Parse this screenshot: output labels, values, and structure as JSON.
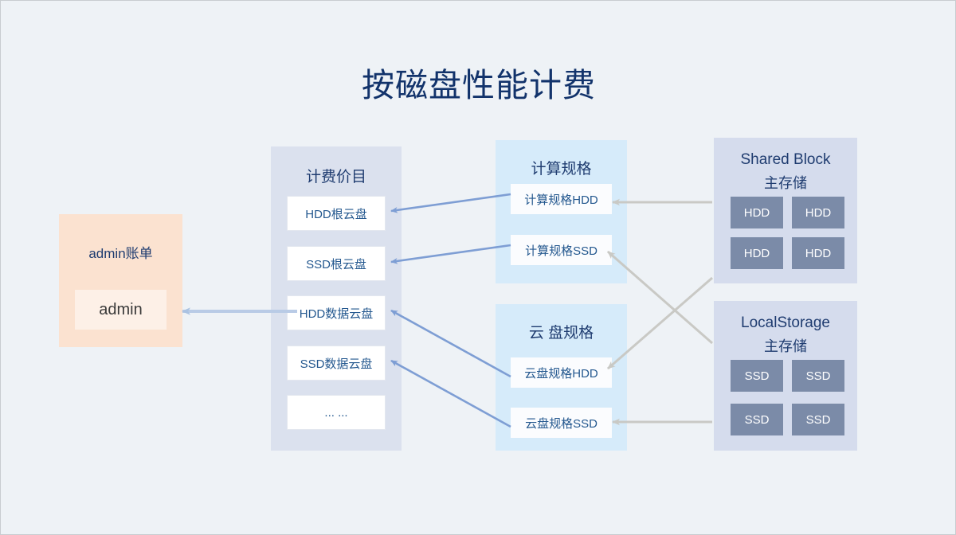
{
  "page": {
    "title": "按磁盘性能计费",
    "background_color": "#eef2f6",
    "title_color": "#12336b"
  },
  "admin_panel": {
    "title": "admin账单",
    "account_name": "admin",
    "background_color": "#fbe2d0",
    "inner_background_color": "#fdf0e7"
  },
  "billing_panel": {
    "title": "计费价目",
    "background_color": "#dbe1ee",
    "items": [
      {
        "label": "HDD根云盘"
      },
      {
        "label": "SSD根云盘"
      },
      {
        "label": "HDD数据云盘"
      },
      {
        "label": "SSD数据云盘"
      },
      {
        "label": "... ..."
      }
    ]
  },
  "compute_spec_panel": {
    "title": "计算规格",
    "background_color": "#d6ebfa",
    "items": [
      {
        "label": "计算规格HDD"
      },
      {
        "label": "计算规格SSD"
      }
    ]
  },
  "disk_spec_panel": {
    "title": "云 盘规格",
    "background_color": "#d6ebfa",
    "items": [
      {
        "label": "云盘规格HDD"
      },
      {
        "label": "云盘规格SSD"
      }
    ]
  },
  "shared_block_panel": {
    "title_line1": "Shared Block",
    "title_line2": "主存储",
    "background_color": "#d5dced",
    "tile_color": "#7b8ba8",
    "tiles": [
      {
        "label": "HDD"
      },
      {
        "label": "HDD"
      },
      {
        "label": "HDD"
      },
      {
        "label": "HDD"
      }
    ]
  },
  "local_storage_panel": {
    "title_line1": "LocalStorage",
    "title_line2": "主存储",
    "background_color": "#d5dced",
    "tile_color": "#7b8ba8",
    "tiles": [
      {
        "label": "SSD"
      },
      {
        "label": "SSD"
      },
      {
        "label": "SSD"
      },
      {
        "label": "SSD"
      }
    ]
  },
  "connectors": {
    "blue_color": "#7e9ed4",
    "gray_color": "#c9c9c5",
    "flows": [
      {
        "from": "计算规格HDD",
        "to": "HDD根云盘",
        "color": "#7e9ed4"
      },
      {
        "from": "计算规格SSD",
        "to": "SSD根云盘",
        "color": "#7e9ed4"
      },
      {
        "from": "云盘规格HDD",
        "to": "HDD数据云盘",
        "color": "#7e9ed4"
      },
      {
        "from": "云盘规格SSD",
        "to": "SSD数据云盘",
        "color": "#7e9ed4"
      },
      {
        "from": "计费价目",
        "to": "admin",
        "color": "#b9cbe6"
      },
      {
        "from": "Shared Block 主存储",
        "to": "计算规格HDD",
        "color": "#c9c9c5"
      },
      {
        "from": "Shared Block 主存储",
        "to": "云盘规格HDD",
        "color": "#c9c9c5"
      },
      {
        "from": "LocalStorage 主存储",
        "to": "计算规格SSD",
        "color": "#c9c9c5"
      },
      {
        "from": "LocalStorage 主存储",
        "to": "云盘规格SSD",
        "color": "#c9c9c5"
      }
    ]
  }
}
